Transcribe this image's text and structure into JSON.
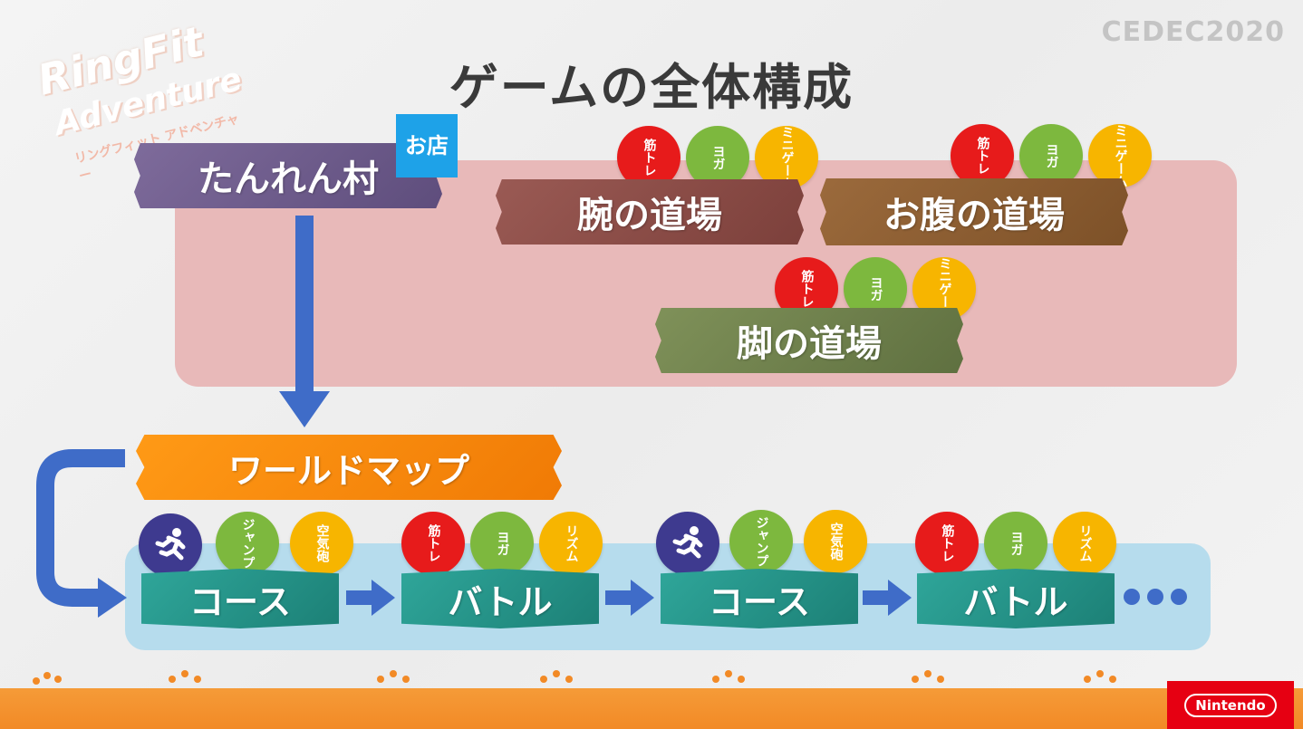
{
  "title": "ゲームの全体構成",
  "logo": {
    "line1": "RingFit",
    "line2": "Adventure",
    "line3": "リングフィット アドベンチャー"
  },
  "event_mark": "CEDEC2020",
  "village": {
    "label": "たんれん村",
    "shop": "お店"
  },
  "dojos": [
    {
      "label": "腕の道場",
      "modes": [
        "筋トレ",
        "ヨガ",
        "ミニゲーム"
      ]
    },
    {
      "label": "お腹の道場",
      "modes": [
        "筋トレ",
        "ヨガ",
        "ミニゲーム"
      ]
    },
    {
      "label": "脚の道場",
      "modes": [
        "筋トレ",
        "ヨガ",
        "ミニゲーム"
      ]
    }
  ],
  "worldmap": {
    "label": "ワールドマップ"
  },
  "stages": [
    {
      "label": "コース",
      "modes": [
        "ジャンプ",
        "空気砲"
      ]
    },
    {
      "label": "バトル",
      "modes": [
        "筋トレ",
        "ヨガ",
        "リズム"
      ]
    },
    {
      "label": "コース",
      "modes": [
        "ジャンプ",
        "空気砲"
      ]
    },
    {
      "label": "バトル",
      "modes": [
        "筋トレ",
        "ヨガ",
        "リズム"
      ]
    }
  ],
  "more": "•••",
  "footer": {
    "brand": "Nintendo"
  },
  "colors": {
    "arrow": "#3f6cc8",
    "dojo_region": "#e8b9b9",
    "stage_region": "#b6dced"
  }
}
